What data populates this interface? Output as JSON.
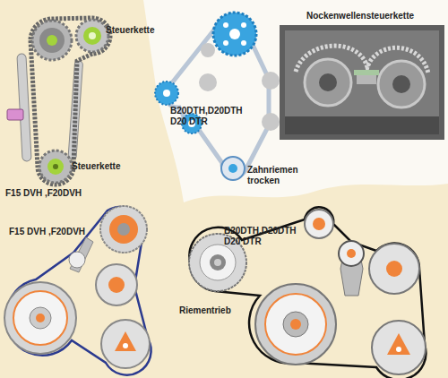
{
  "diagram": {
    "labels": [
      "Steuerkette",
      "Nockenwellensteuerkette",
      "B20DTH,D20DTH D20 DTR",
      "Steuerkette",
      "Zahnriemen trocken",
      "F15 DVH ,F20DVH",
      "F15 DVH ,F20DVH",
      "B20DTH,D20DTH D20 DTR",
      "Riementrieb"
    ]
  }
}
